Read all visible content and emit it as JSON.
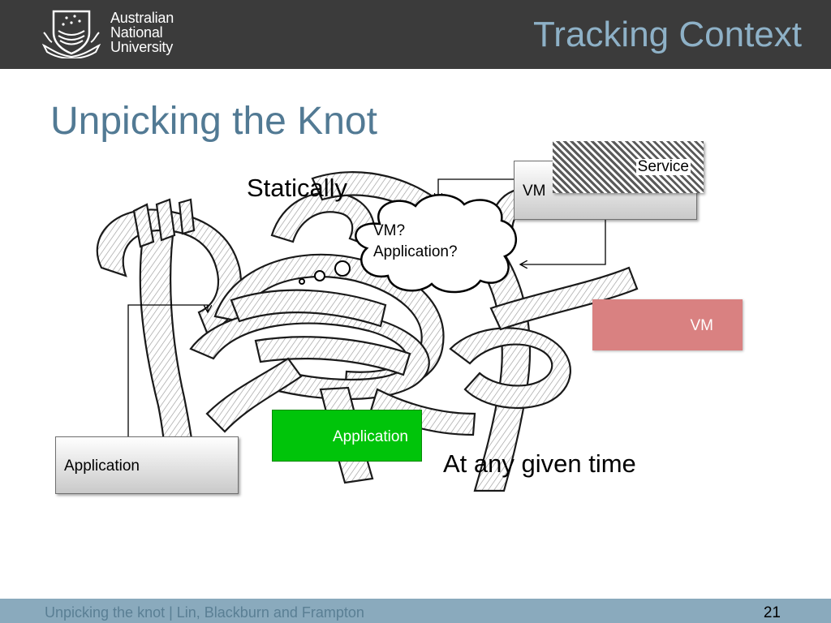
{
  "header": {
    "logo_lines": [
      "Australian",
      "National",
      "University"
    ],
    "section_title": "Tracking Context"
  },
  "slide": {
    "title": "Unpicking the Knot",
    "statically_label": "Statically",
    "any_time_label": "At any given time",
    "boxes": {
      "application_grey": "Application",
      "application_green": "Application",
      "vm_grey": "VM",
      "service": "Service",
      "vm_pink": "VM"
    },
    "cloud_lines": [
      "VM?",
      "Application?"
    ]
  },
  "footer": {
    "text": "Unpicking the knot  |  Lin, Blackburn and Frampton",
    "page": "21"
  },
  "colors": {
    "header_bg": "#3b3b3b",
    "title": "#527a94",
    "section_title": "#8eb1c7",
    "footer_bg": "#8aaabd",
    "green": "#00c40a",
    "pink": "#d98181"
  }
}
